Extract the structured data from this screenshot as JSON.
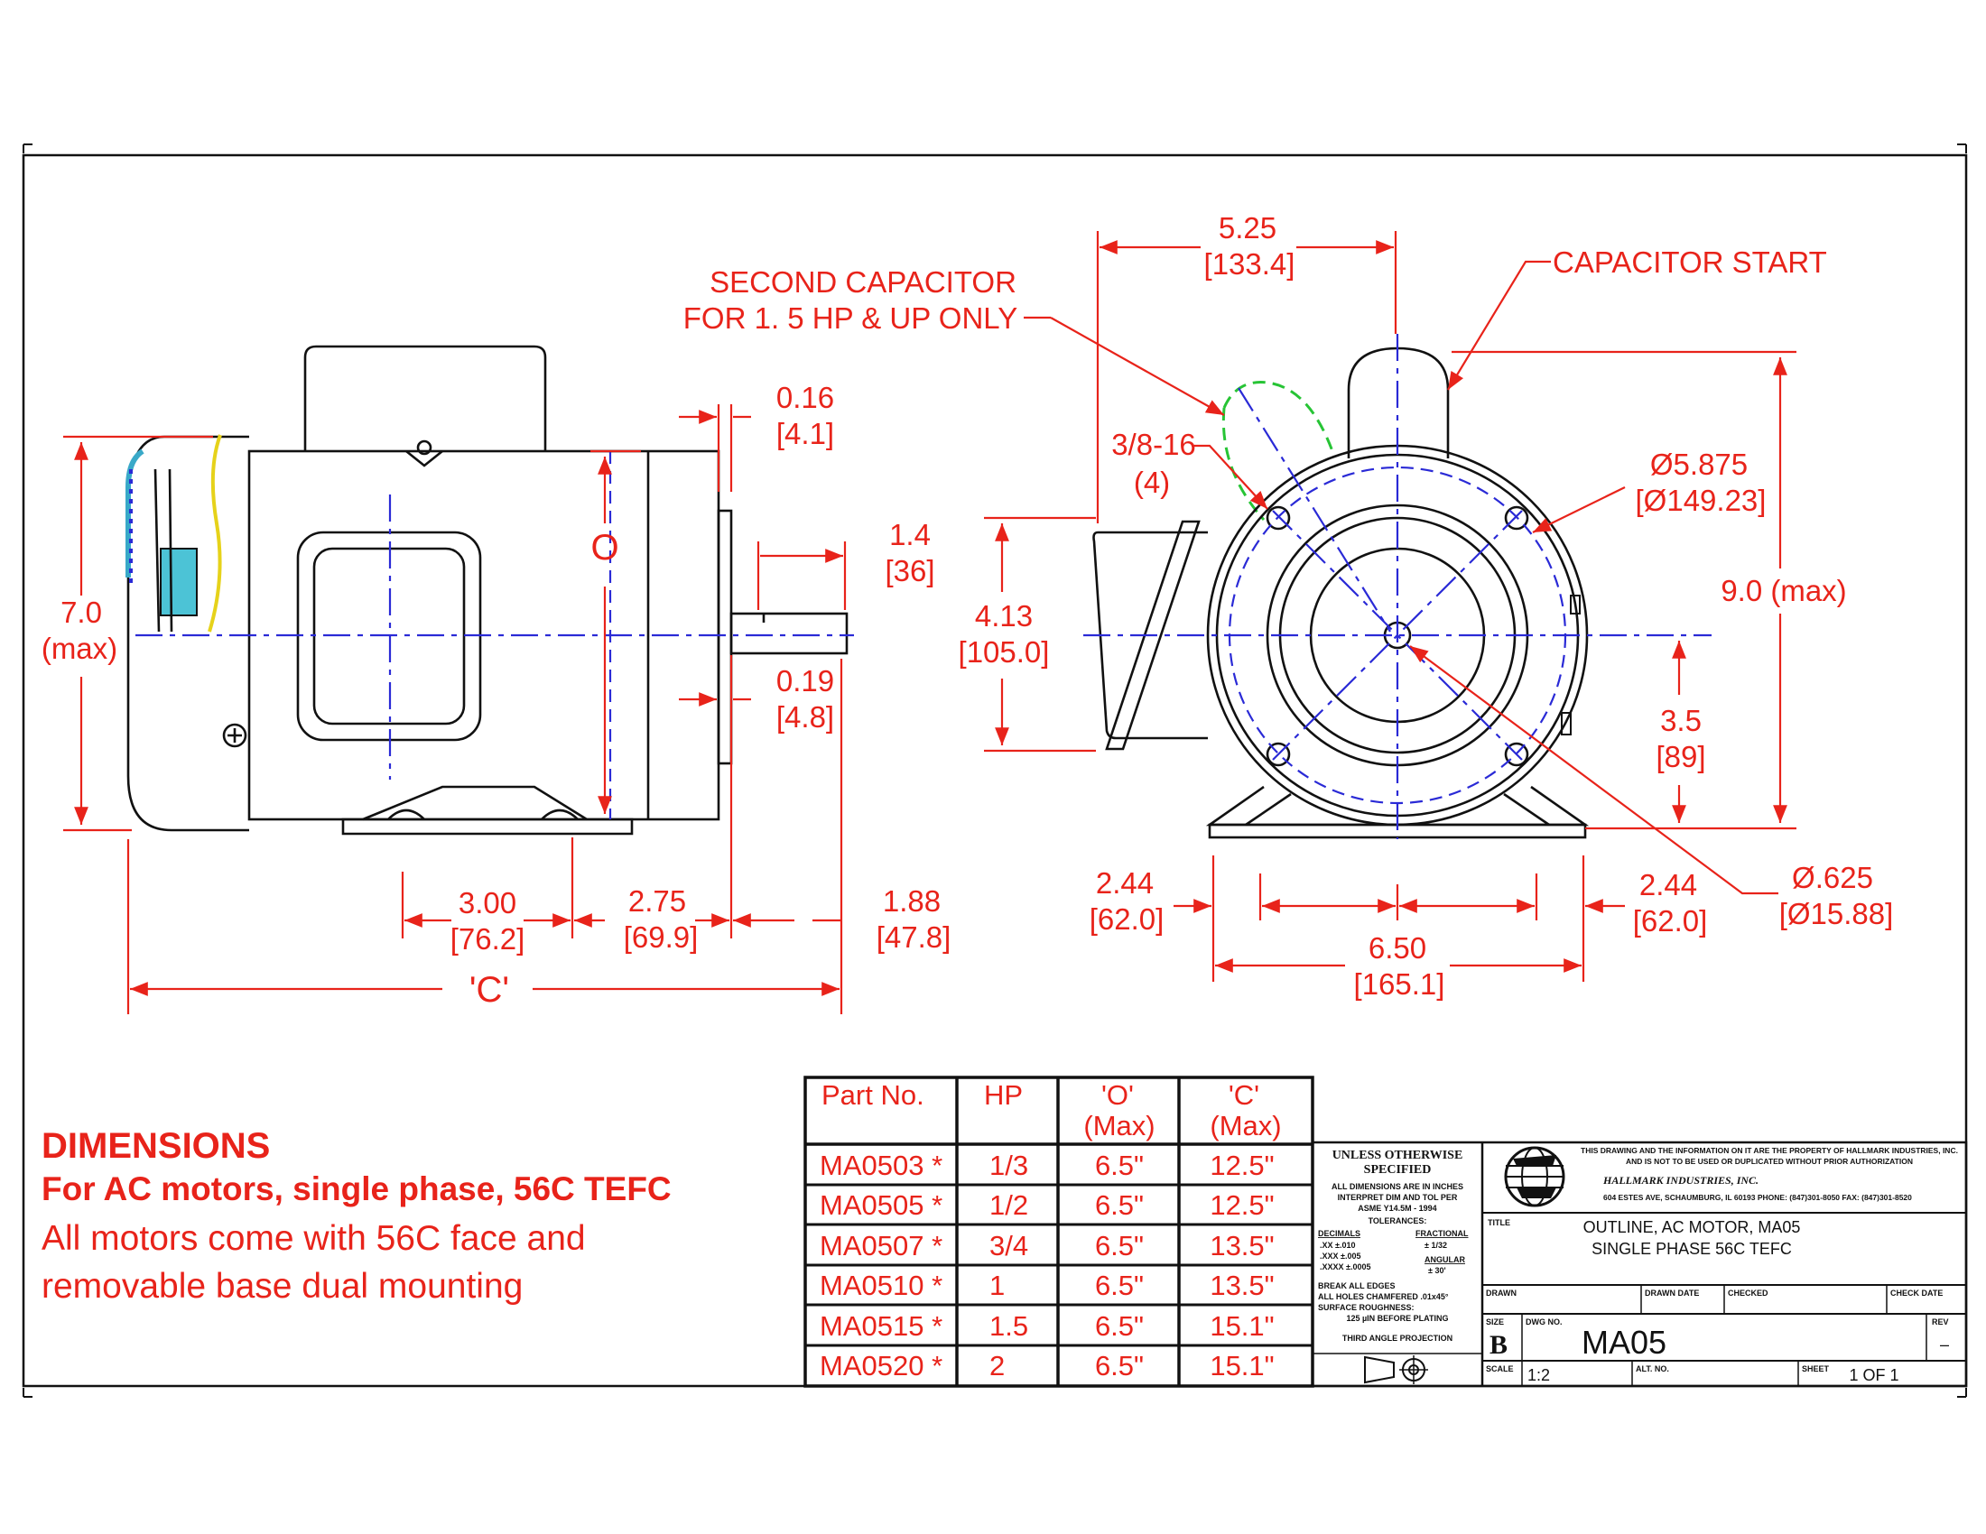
{
  "side_view": {
    "dim_7": "7.0",
    "dim_7_note": "(max)",
    "label_o": "O",
    "dim_016": "0.16",
    "dim_016_mm": "[4.1]",
    "dim_14": "1.4",
    "dim_14_mm": "[36]",
    "dim_019": "0.19",
    "dim_019_mm": "[4.8]",
    "dim_300": "3.00",
    "dim_300_mm": "[76.2]",
    "dim_275": "2.75",
    "dim_275_mm": "[69.9]",
    "dim_188": "1.88",
    "dim_188_mm": "[47.8]",
    "label_c": "'C'"
  },
  "front_view": {
    "dim_525": "5.25",
    "dim_525_mm": "[133.4]",
    "second_cap_1": "SECOND CAPACITOR",
    "second_cap_2": "FOR 1. 5 HP & UP ONLY",
    "cap_start": "CAPACITOR START",
    "tap": "3/8-16",
    "tap_qty": "(4)",
    "bolt_circle": "Ø5.875",
    "bolt_circle_mm": "[Ø149.23]",
    "dim_413": "4.13",
    "dim_413_mm": "[105.0]",
    "dim_9": "9.0 (max)",
    "dim_35": "3.5",
    "dim_35_mm": "[89]",
    "dim_244_l": "2.44",
    "dim_244_l_mm": "[62.0]",
    "dim_244_r": "2.44",
    "dim_244_r_mm": "[62.0]",
    "dim_650": "6.50",
    "dim_650_mm": "[165.1]",
    "shaft_dia": "Ø.625",
    "shaft_dia_mm": "[Ø15.88]"
  },
  "notes": {
    "heading": "DIMENSIONS",
    "subheading": "For AC motors, single phase, 56C TEFC",
    "line1": "All motors come with 56C face and",
    "line2": "removable base dual mounting"
  },
  "parts_table": {
    "headers": [
      "Part No.",
      "HP",
      "'O'",
      "'C'"
    ],
    "subheaders": [
      "",
      "",
      "(Max)",
      "(Max)"
    ],
    "rows": [
      [
        "MA0503 *",
        "1/3",
        "6.5\"",
        "12.5\""
      ],
      [
        "MA0505 *",
        "1/2",
        "6.5\"",
        "12.5\""
      ],
      [
        "MA0507 *",
        "3/4",
        "6.5\"",
        "13.5\""
      ],
      [
        "MA0510 *",
        "1",
        "6.5\"",
        "13.5\""
      ],
      [
        "MA0515 *",
        "1.5",
        "6.5\"",
        "15.1\""
      ],
      [
        "MA0520 *",
        "2",
        "6.5\"",
        "15.1\""
      ]
    ]
  },
  "title_block": {
    "unless_1": "UNLESS OTHERWISE",
    "unless_2": "SPECIFIED",
    "dims_1": "ALL DIMENSIONS ARE IN INCHES",
    "dims_2": "INTERPRET DIM AND TOL PER",
    "dims_3": "ASME Y14.5M - 1994",
    "tolerances": "TOLERANCES:",
    "decimals": "DECIMALS",
    "fractional": "FRACTIONAL",
    "tol_xx": ".XX   ±.010",
    "tol_xxx": ".XXX  ±.005",
    "tol_xxxx": ".XXXX ±.0005",
    "tol_frac": "± 1/32",
    "angular": "ANGULAR",
    "tol_ang": "± 30'",
    "edges_1": "BREAK ALL EDGES",
    "edges_2": "ALL HOLES CHAMFERED .01x45°",
    "edges_3": "SURFACE ROUGHNESS:",
    "edges_4": "125 µIN BEFORE PLATING",
    "projection": "THIRD ANGLE PROJECTION",
    "prop_1": "THIS DRAWING AND THE INFORMATION ON IT ARE THE PROPERTY OF HALLMARK INDUSTRIES, INC.",
    "prop_2": "AND IS NOT TO BE USED OR DUPLICATED WITHOUT PRIOR AUTHORIZATION",
    "company": "HALLMARK INDUSTRIES, INC.",
    "address": "604 ESTES AVE, SCHAUMBURG, IL 60193   PHONE: (847)301-8050   FAX: (847)301-8520",
    "title_label": "TITLE",
    "title_1": "OUTLINE,  AC  MOTOR,  MA05",
    "title_2": "SINGLE  PHASE  56C  TEFC",
    "drawn": "DRAWN",
    "drawn_date": "DRAWN  DATE",
    "checked": "CHECKED",
    "check_date": "CHECK  DATE",
    "size_label": "SIZE",
    "size": "B",
    "dwg_label": "DWG NO.",
    "dwg": "MA05",
    "rev_label": "REV",
    "rev": "–",
    "scale_label": "SCALE",
    "scale": "1:2",
    "alt_label": "ALT. NO.",
    "sheet_label": "SHEET",
    "sheet": "1  OF  1"
  }
}
